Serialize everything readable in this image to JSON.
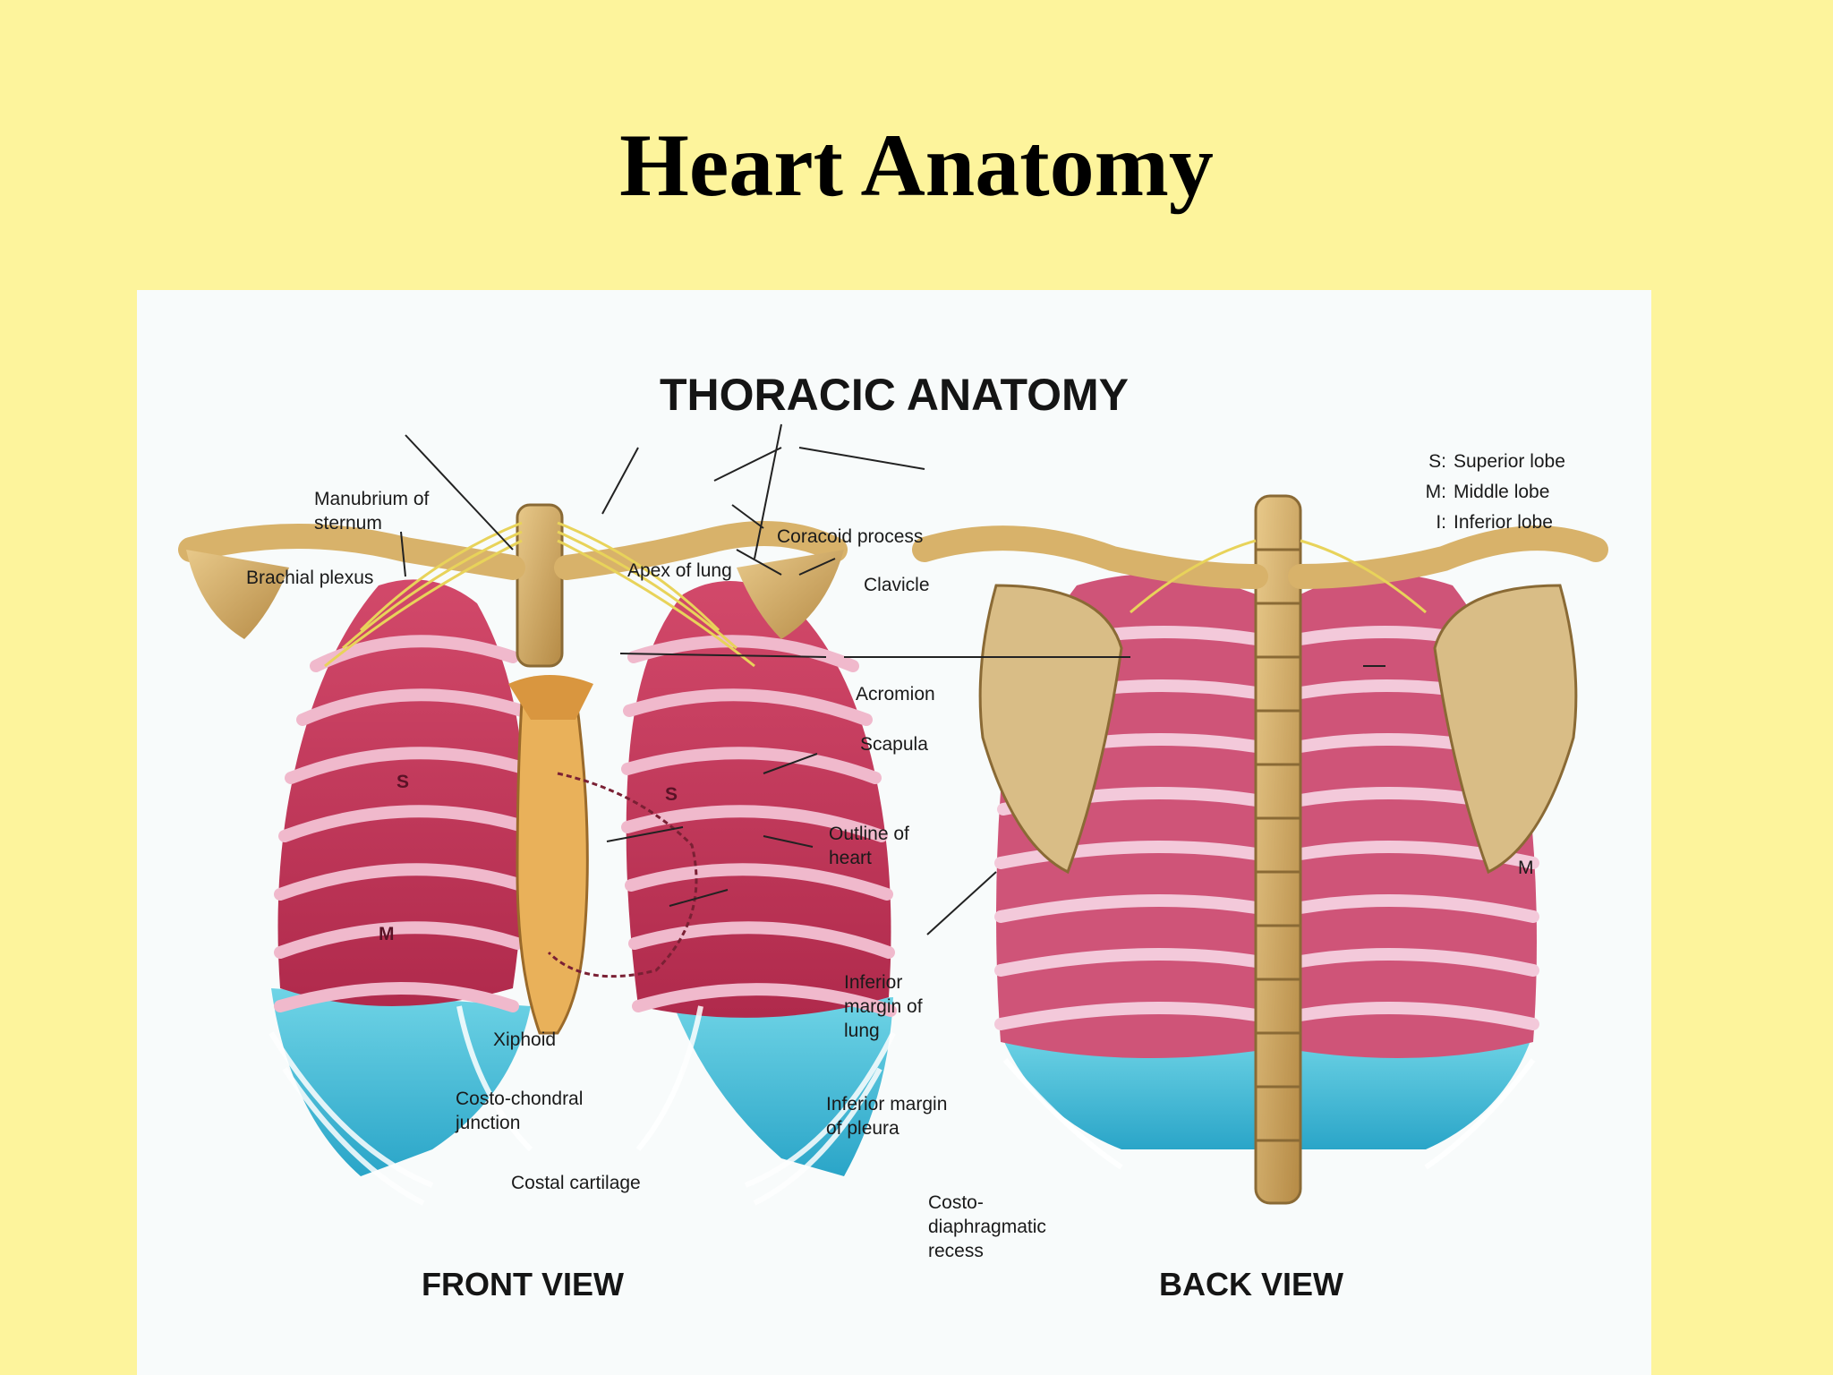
{
  "slide": {
    "title": "Heart Anatomy"
  },
  "figure": {
    "title": "THORACIC ANATOMY",
    "front_view": {
      "caption": "FRONT VIEW",
      "labels": {
        "manubrium": "Manubrium of\nsternum",
        "brachial_plexus": "Brachial plexus",
        "apex_of_lung": "Apex of lung",
        "coracoid_process": "Coracoid process",
        "clavicle": "Clavicle",
        "acromion": "Acromion",
        "scapula": "Scapula",
        "outline_of_heart": "Outline of\nheart",
        "inferior_margin_lung": "Inferior\nmargin of\nlung",
        "xiphoid": "Xiphoid",
        "costo_chondral": "Costo-chondral\njunction",
        "inferior_margin_pleura": "Inferior margin\nof pleura",
        "costal_cartilage": "Costal cartilage"
      }
    },
    "back_view": {
      "caption": "BACK VIEW",
      "labels": {
        "costo_diaphragmatic": "Costo-\ndiaphragmatic\nrecess",
        "middle_marker": "M"
      }
    },
    "legend": [
      {
        "key": "S:",
        "text": "Superior lobe"
      },
      {
        "key": "M:",
        "text": "Middle lobe"
      },
      {
        "key": "I:",
        "text": "Inferior lobe"
      }
    ],
    "lobe_marks": {
      "superior": "S",
      "middle": "M"
    },
    "colors": {
      "lung": "#c8345a",
      "lung_light": "#e06a8a",
      "rib": "#f3c9da",
      "pleura": "#4fc3dc",
      "bone": "#d8b26a",
      "bone_dark": "#8a6a35",
      "nerve": "#e8d35a"
    }
  }
}
